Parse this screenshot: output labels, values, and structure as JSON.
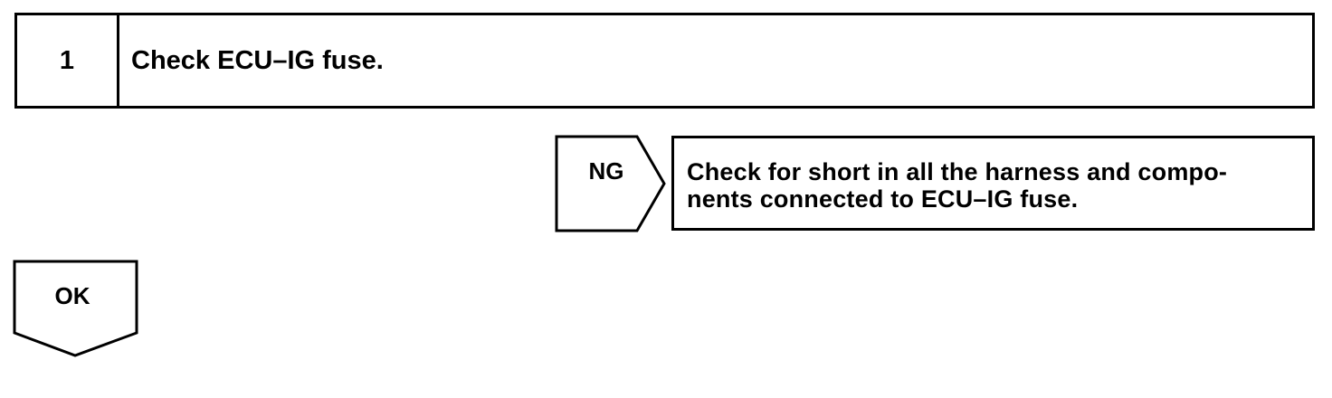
{
  "step": {
    "number": "1",
    "title": "Check ECU–IG fuse."
  },
  "ng_branch": {
    "label": "NG",
    "action_line1": "Check for short in all the harness and compo-",
    "action_line2": "nents connected to ECU–IG fuse."
  },
  "ok_branch": {
    "label": "OK"
  }
}
